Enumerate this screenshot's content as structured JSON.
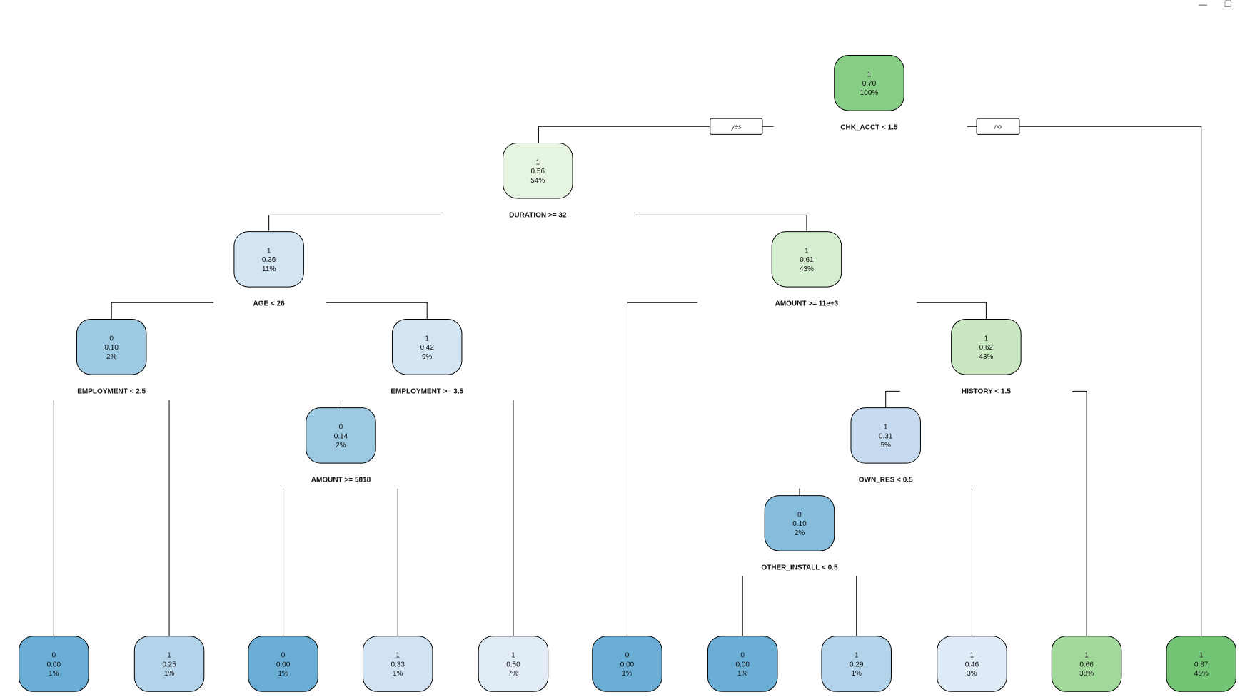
{
  "window": {
    "minimize_icon": "minimize-icon",
    "maximize_icon": "maximize-icon"
  },
  "branch_labels": {
    "yes": "yes",
    "no": "no"
  },
  "colors": {
    "class0_dark": "#6aaed6",
    "class0_mid": "#9ecae1",
    "class0_light": "#c6dbef",
    "class1_light": "#e5f5e0",
    "class1_mid": "#c7e9c0",
    "class1_dark": "#74c476"
  },
  "nodes": [
    {
      "id": "root",
      "class": "1",
      "prob": "0.70",
      "pct": "100%",
      "split": "CHK_ACCT < 1.5",
      "fill": "#86cd86"
    },
    {
      "id": "n2",
      "class": "1",
      "prob": "0.56",
      "pct": "54%",
      "split": "DURATION >= 32",
      "fill": "#e6f5e1"
    },
    {
      "id": "n4",
      "class": "1",
      "prob": "0.36",
      "pct": "11%",
      "split": "AGE < 26",
      "fill": "#d3e4f3"
    },
    {
      "id": "n5",
      "class": "1",
      "prob": "0.61",
      "pct": "43%",
      "split": "AMOUNT >= 11e+3",
      "fill": "#d5eecf"
    },
    {
      "id": "n8",
      "class": "0",
      "prob": "0.10",
      "pct": "2%",
      "split": "EMPLOYMENT < 2.5",
      "fill": "#9ec9e2"
    },
    {
      "id": "n9",
      "class": "1",
      "prob": "0.42",
      "pct": "9%",
      "split": "EMPLOYMENT >= 3.5",
      "fill": "#d3e4f3"
    },
    {
      "id": "n11",
      "class": "1",
      "prob": "0.62",
      "pct": "43%",
      "split": "HISTORY < 1.5",
      "fill": "#c9e8c1"
    },
    {
      "id": "n19",
      "class": "0",
      "prob": "0.14",
      "pct": "2%",
      "split": "AMOUNT >= 5818",
      "fill": "#9ec9e2"
    },
    {
      "id": "n22",
      "class": "1",
      "prob": "0.31",
      "pct": "5%",
      "split": "OWN_RES < 0.5",
      "fill": "#c6dbef"
    },
    {
      "id": "n44",
      "class": "0",
      "prob": "0.10",
      "pct": "2%",
      "split": "OTHER_INSTALL < 0.5",
      "fill": "#86bddd"
    }
  ],
  "leaves": [
    {
      "id": "l1",
      "class": "0",
      "prob": "0.00",
      "pct": "1%",
      "fill": "#6aaed6"
    },
    {
      "id": "l2",
      "class": "1",
      "prob": "0.25",
      "pct": "1%",
      "fill": "#b3d3ea"
    },
    {
      "id": "l3",
      "class": "0",
      "prob": "0.00",
      "pct": "1%",
      "fill": "#6aaed6"
    },
    {
      "id": "l4",
      "class": "1",
      "prob": "0.33",
      "pct": "1%",
      "fill": "#d1e3f3"
    },
    {
      "id": "l5",
      "class": "1",
      "prob": "0.50",
      "pct": "7%",
      "fill": "#e1ecf7"
    },
    {
      "id": "l6",
      "class": "0",
      "prob": "0.00",
      "pct": "1%",
      "fill": "#6aaed6"
    },
    {
      "id": "l7",
      "class": "0",
      "prob": "0.00",
      "pct": "1%",
      "fill": "#6aaed6"
    },
    {
      "id": "l8",
      "class": "1",
      "prob": "0.29",
      "pct": "1%",
      "fill": "#b3d3ea"
    },
    {
      "id": "l9",
      "class": "1",
      "prob": "0.46",
      "pct": "3%",
      "fill": "#dfebf7"
    },
    {
      "id": "l10",
      "class": "1",
      "prob": "0.66",
      "pct": "38%",
      "fill": "#a1d99b"
    },
    {
      "id": "l11",
      "class": "1",
      "prob": "0.87",
      "pct": "46%",
      "fill": "#74c476"
    }
  ]
}
